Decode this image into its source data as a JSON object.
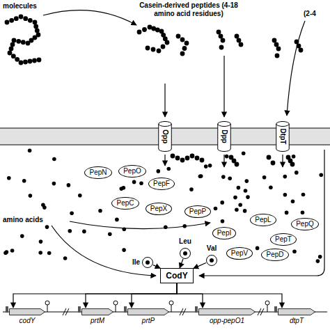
{
  "diagram": {
    "nodes": [
      {
        "text": [
          "Opp"
        ]
      },
      {
        "text": [
          "Dpp"
        ]
      },
      {
        "text": [
          "DtpT"
        ]
      },
      {
        "text": [
          "PepN"
        ]
      },
      {
        "text": [
          "PepO"
        ]
      },
      {
        "text": [
          "PepF"
        ]
      },
      {
        "text": [
          "PepC"
        ]
      },
      {
        "text": [
          "PepX"
        ]
      },
      {
        "text": [
          "PepP"
        ]
      },
      {
        "text": [
          "PepI"
        ]
      },
      {
        "text": [
          "PepL"
        ]
      },
      {
        "text": [
          "PepQ"
        ]
      },
      {
        "text": [
          "PepT"
        ]
      },
      {
        "text": [
          "PepV"
        ]
      },
      {
        "text": [
          "PepD"
        ]
      },
      {
        "text": [
          "Leu"
        ]
      },
      {
        "text": [
          "Ile"
        ]
      },
      {
        "text": [
          "Val"
        ]
      },
      {
        "text": [
          "CodY"
        ]
      },
      {
        "text": [
          "codY"
        ]
      },
      {
        "text": [
          "prtM"
        ]
      },
      {
        "text": [
          "prtP"
        ]
      },
      {
        "text": [
          "opp-pepO1"
        ]
      },
      {
        "text": [
          "dtpT"
        ]
      }
    ],
    "edges": [
      {
        "from": 15,
        "to": 18,
        "arrow": "to"
      },
      {
        "from": 16,
        "to": 18,
        "arrow": "to"
      },
      {
        "from": 17,
        "to": 18,
        "arrow": "to"
      },
      {
        "from": 18,
        "to": 19,
        "arrow": "to"
      },
      {
        "from": 18,
        "to": 20,
        "arrow": "to"
      },
      {
        "from": 18,
        "to": 21,
        "arrow": "to"
      },
      {
        "from": 18,
        "to": 22,
        "arrow": "to"
      },
      {
        "from": 18,
        "to": 23,
        "arrow": "to"
      }
    ],
    "labels": [
      "molecules",
      "Casein-derived peptides (4-18 amino acid residues)",
      "(2-4",
      "amino acids"
    ]
  }
}
